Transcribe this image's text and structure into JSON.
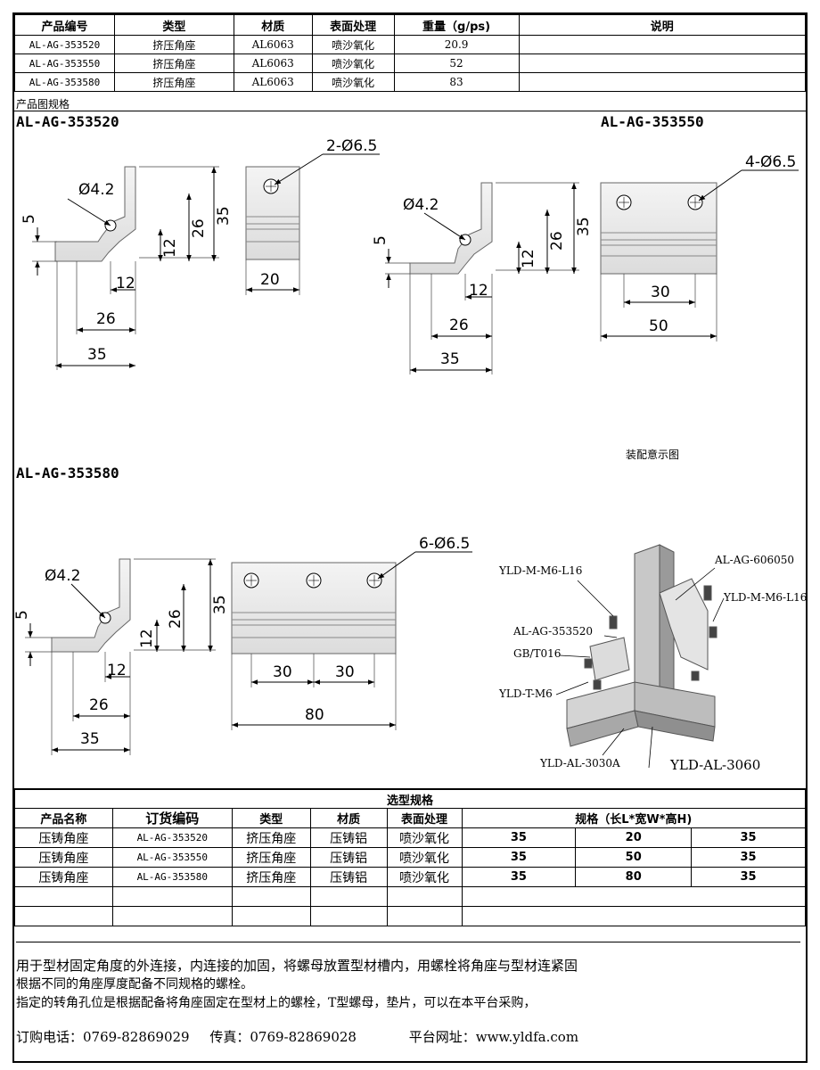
{
  "spec_table": {
    "headers": [
      "产品编号",
      "类型",
      "材质",
      "表面处理",
      "重量（g/ps)",
      "说明"
    ],
    "rows": [
      [
        "AL-AG-353520",
        "挤压角座",
        "AL6063",
        "喷沙氧化",
        "20.9",
        ""
      ],
      [
        "AL-AG-353550",
        "挤压角座",
        "AL6063",
        "喷沙氧化",
        "52",
        ""
      ],
      [
        "AL-AG-353580",
        "挤压角座",
        "AL6063",
        "喷沙氧化",
        "83",
        ""
      ]
    ]
  },
  "drawing_section_label": "产品图规格",
  "drawings": {
    "d1": {
      "title": "AL-AG-353520",
      "hole": "2-Ø6.5",
      "small_hole": "Ø4.2",
      "dims": {
        "h5": "5",
        "h12": "12",
        "h26": "26",
        "h35": "35",
        "w12": "12",
        "w26": "26",
        "w35": "35",
        "w20": "20"
      }
    },
    "d2": {
      "title": "AL-AG-353550",
      "hole": "4-Ø6.5",
      "small_hole": "Ø4.2",
      "dims": {
        "h5": "5",
        "h12": "12",
        "h26": "26",
        "h35": "35",
        "w12": "12",
        "w26": "26",
        "w35": "35",
        "w30": "30",
        "w50": "50"
      }
    },
    "d3": {
      "title": "AL-AG-353580",
      "hole": "6-Ø6.5",
      "small_hole": "Ø4.2",
      "dims": {
        "h5": "5",
        "h12": "12",
        "h26": "26",
        "h35": "35",
        "w12": "12",
        "w26": "26",
        "w35": "35",
        "w30a": "30",
        "w30b": "30",
        "w80": "80"
      }
    }
  },
  "assembly": {
    "caption": "装配意示图",
    "labels": {
      "bolt_top": "YLD-M-M6-L16",
      "bracket_big": "AL-AG-606050",
      "bolt_right": "YLD-M-M6-L16",
      "bracket_small": "AL-AG-353520",
      "washer": "GB/T016",
      "tnut": "YLD-T-M6",
      "profile_a": "YLD-AL-3030A",
      "profile_b": "YLD-AL-3060"
    }
  },
  "selection_table": {
    "title": "选型规格",
    "headers": [
      "产品名称",
      "订货编码",
      "类型",
      "材质",
      "表面处理",
      "规格（长L*宽W*高H)"
    ],
    "rows": [
      [
        "压铸角座",
        "AL-AG-353520",
        "挤压角座",
        "压铸铝",
        "喷沙氧化",
        "35",
        "20",
        "35"
      ],
      [
        "压铸角座",
        "AL-AG-353550",
        "挤压角座",
        "压铸铝",
        "喷沙氧化",
        "35",
        "50",
        "35"
      ],
      [
        "压铸角座",
        "AL-AG-353580",
        "挤压角座",
        "压铸铝",
        "喷沙氧化",
        "35",
        "80",
        "35"
      ]
    ]
  },
  "notes": [
    "用于型材固定角度的外连接，内连接的加固，将螺母放置型材槽内，用螺栓将角座与型材连紧固",
    "根据不同的角座厚度配备不同规格的螺栓。",
    "指定的转角孔位是根据配备将角座固定在型材上的螺栓，T型螺母，垫片，可以在本平台采购，"
  ],
  "contact": {
    "phone": "订购电话：0769-82869029",
    "fax": "传真：0769-82869028",
    "site": "平台网址：www.yldfa.com"
  }
}
